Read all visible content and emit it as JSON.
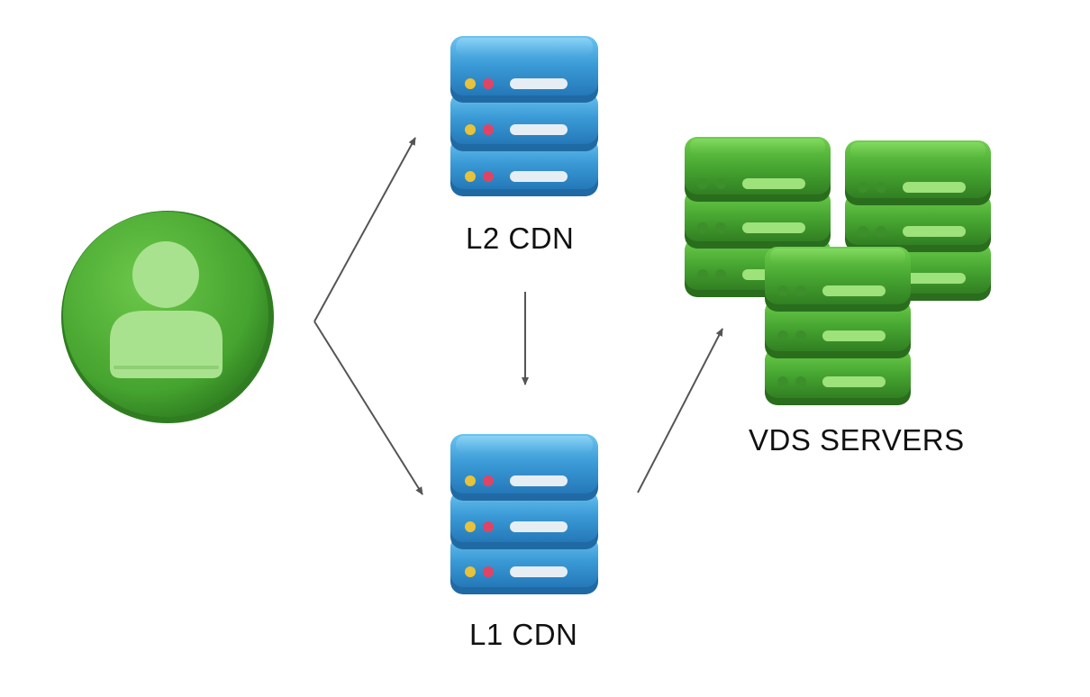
{
  "diagram": {
    "user": {
      "icon": "user-avatar-icon"
    },
    "nodes": {
      "l2": {
        "label": "L2 CDN",
        "icon": "server-stack-icon"
      },
      "l1": {
        "label": "L1 CDN",
        "icon": "server-stack-icon"
      },
      "vds": {
        "label": "VDS SERVERS",
        "icon": "server-cluster-icon"
      }
    },
    "edges": [
      {
        "from": "user",
        "to": "l2"
      },
      {
        "from": "user",
        "to": "l1"
      },
      {
        "from": "l2",
        "to": "l1"
      },
      {
        "from": "l1",
        "to": "vds"
      }
    ],
    "colors": {
      "cdn_blue": "#3a9ad6",
      "server_green": "#48a832",
      "user_green": "#4fae36",
      "arrow": "#555555",
      "text": "#111111"
    }
  }
}
